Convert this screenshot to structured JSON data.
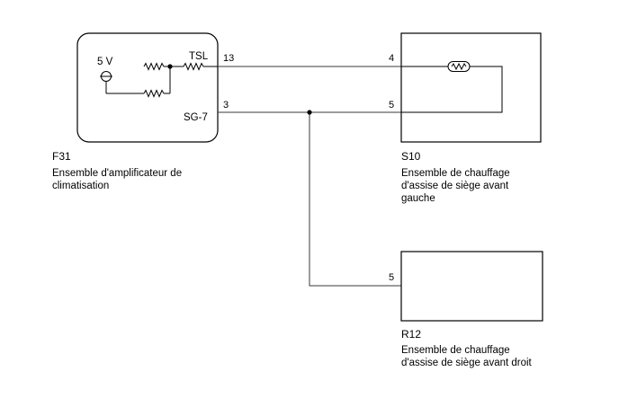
{
  "amplifier": {
    "code": "F31",
    "desc_line1": "Ensemble d'amplificateur de",
    "desc_line2": "climatisation",
    "supply_label": "5 V",
    "pin_tsl_name": "TSL",
    "pin_tsl_num": "13",
    "pin_sg_name": "SG-7",
    "pin_sg_num": "3"
  },
  "left_heater": {
    "code": "S10",
    "desc_line1": "Ensemble de chauffage",
    "desc_line2": "d'assise de siège avant",
    "desc_line3": "gauche",
    "pin_top": "4",
    "pin_bottom": "5"
  },
  "right_heater": {
    "code": "R12",
    "desc_line1": "Ensemble de chauffage",
    "desc_line2": "d'assise de siège avant droit",
    "pin": "5"
  },
  "colors": {
    "line": "#000000",
    "wire": "#3a3a3a",
    "background": "#ffffff"
  }
}
